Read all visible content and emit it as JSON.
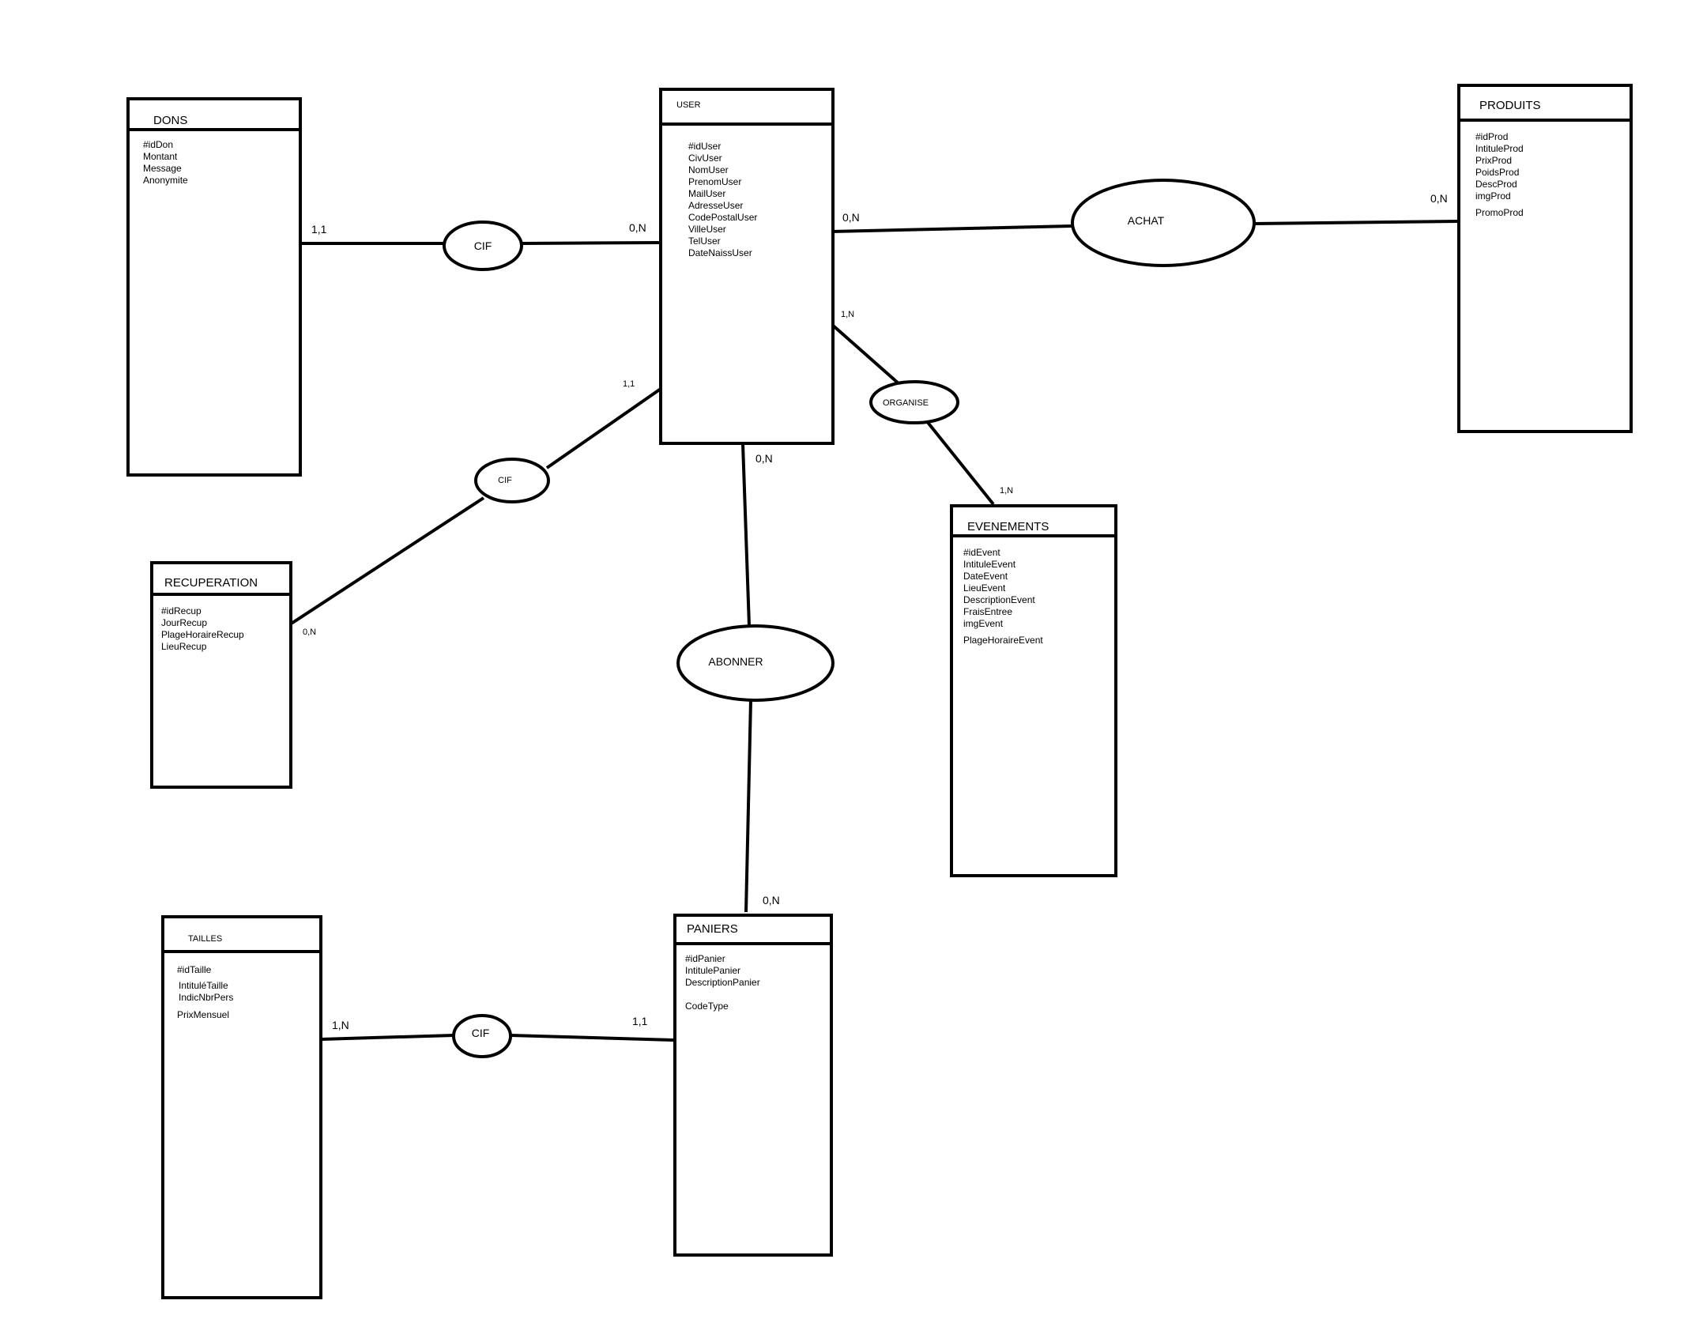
{
  "entities": {
    "dons": {
      "title": "DONS",
      "attributes": [
        "#idDon",
        "Montant",
        "Message",
        "Anonymite"
      ]
    },
    "user": {
      "title": "USER",
      "attributes": [
        "#idUser",
        "CivUser",
        "NomUser",
        "PrenomUser",
        "MailUser",
        "AdresseUser",
        "CodePostalUser",
        "VilleUser",
        "TelUser",
        "DateNaissUser"
      ]
    },
    "produits": {
      "title": "PRODUITS",
      "attributes": [
        "#idProd",
        "IntituleProd",
        "PrixProd",
        "PoidsProd",
        "DescProd",
        "imgProd",
        "PromoProd"
      ]
    },
    "recuperation": {
      "title": "RECUPERATION",
      "attributes": [
        "#idRecup",
        "JourRecup",
        "PlageHoraireRecup",
        "LieuRecup"
      ]
    },
    "evenements": {
      "title": "EVENEMENTS",
      "attributes": [
        "#idEvent",
        "IntituleEvent",
        "DateEvent",
        "LieuEvent",
        "DescriptionEvent",
        "FraisEntree",
        "imgEvent",
        "PlageHoraireEvent"
      ]
    },
    "tailles": {
      "title": "TAILLES",
      "attributes": [
        "#idTaille",
        "IntituléTaille",
        "IndicNbrPers",
        "PrixMensuel"
      ]
    },
    "paniers": {
      "title": "PANIERS",
      "attributes": [
        "#idPanier",
        "IntitulePanier",
        "DescriptionPanier",
        "CodeType"
      ]
    }
  },
  "relations": {
    "cif_dons_user": {
      "label": "CIF",
      "card_left": "1,1",
      "card_right": "0,N"
    },
    "achat": {
      "label": "ACHAT",
      "card_left": "0,N",
      "card_right": "0,N"
    },
    "organise": {
      "label": "ORGANISE",
      "card_top": "1,N",
      "card_bottom": "1,N"
    },
    "cif_user_recup": {
      "label": "CIF",
      "card_top": "1,1",
      "card_bottom": "0,N"
    },
    "abonner": {
      "label": "ABONNER",
      "card_top": "0,N",
      "card_bottom": "0,N"
    },
    "cif_tailles_paniers": {
      "label": "CIF",
      "card_left": "1,N",
      "card_right": "1,1"
    }
  }
}
